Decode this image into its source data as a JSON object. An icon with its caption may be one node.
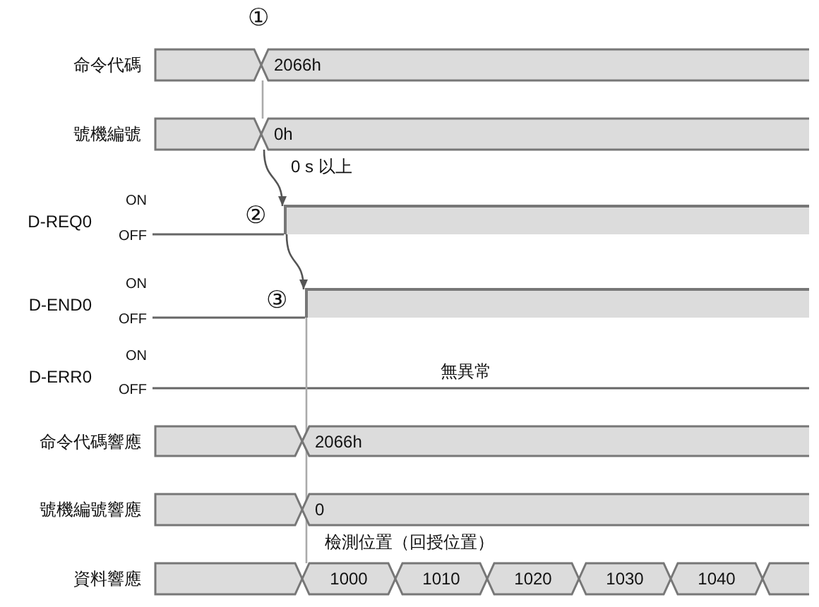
{
  "diagram": {
    "nodes": [
      {
        "text": [],
        "shape": "bar",
        "beside": [
          "命令代碼"
        ]
      },
      {
        "text": [
          "2066h"
        ]
      },
      {
        "text": [],
        "shape": "bar",
        "beside": [
          "號機編號"
        ]
      },
      {
        "text": [
          "0h"
        ]
      },
      {
        "text": [],
        "shape": "bar"
      },
      {
        "text": [],
        "shape": "bar"
      },
      {
        "text": [],
        "shape": "bar",
        "beside": [
          "命令代碼響應"
        ]
      },
      {
        "text": [
          "2066h"
        ]
      },
      {
        "text": [],
        "shape": "bar",
        "beside": [
          "號機編號響應"
        ]
      },
      {
        "text": [
          "0"
        ]
      },
      {
        "text": [],
        "shape": "bar",
        "beside": [
          "資料響應"
        ]
      },
      {
        "text": [
          "1000"
        ]
      },
      {
        "text": [
          "1010"
        ]
      },
      {
        "text": [
          "1020"
        ]
      },
      {
        "text": [
          "1030"
        ]
      },
      {
        "text": [
          "1040"
        ]
      },
      {
        "text": [],
        "shape": "bar"
      }
    ],
    "edges": [
      {
        "from": 1,
        "to": 3,
        "arrow": "none",
        "color": "#aaaaaa"
      },
      {
        "from": 3,
        "to": 4,
        "arrow": "to",
        "label": "0 s 以上"
      },
      {
        "from": 4,
        "to": 5,
        "arrow": "to"
      },
      {
        "from": 5,
        "to": 11,
        "arrow": "none",
        "color": "#aaaaaa"
      }
    ],
    "labels": [
      "①",
      "ON",
      "D-REQ0",
      "②",
      "OFF",
      "ON",
      "D-END0",
      "③",
      "OFF",
      "ON",
      "D-ERR0",
      "OFF",
      "無異常",
      "檢測位置（回授位置）"
    ]
  }
}
